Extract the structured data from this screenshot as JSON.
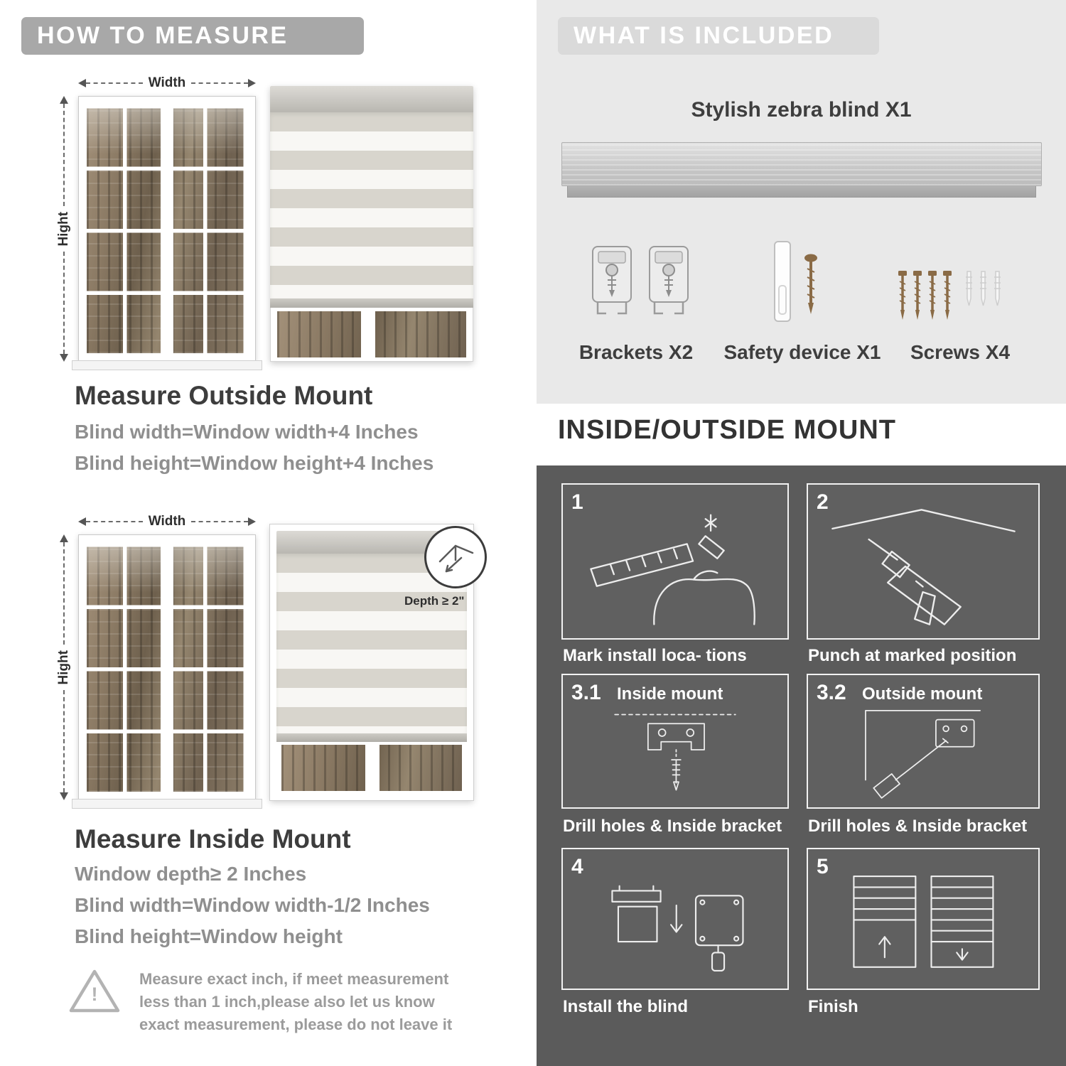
{
  "left": {
    "banner": "HOW TO MEASURE",
    "outside": {
      "width_label": "Width",
      "height_label": "Hight",
      "heading": "Measure Outside Mount",
      "line1": "Blind width=Window width+4 Inches",
      "line2": "Blind height=Window height+4 Inches"
    },
    "inside": {
      "width_label": "Width",
      "height_label": "Hight",
      "depth_label": "Depth ≥ 2\"",
      "heading": "Measure Inside Mount",
      "line1": "Window depth≥ 2 Inches",
      "line2": "Blind width=Window width-1/2 Inches",
      "line3": "Blind height=Window height"
    },
    "warning_mark": "!",
    "note": "Measure exact inch, if meet measurement less than 1 inch,please also let us know exact measurement, please do not leave it"
  },
  "right": {
    "banner": "WHAT IS INCLUDED",
    "included": {
      "blind_label": "Stylish zebra blind X1",
      "item1": "Brackets X2",
      "item2": "Safety device X1",
      "item3": "Screws X4"
    },
    "mount": {
      "title": "INSIDE/OUTSIDE MOUNT",
      "steps": [
        {
          "num": "1",
          "label": "",
          "caption": "Mark install loca- tions"
        },
        {
          "num": "2",
          "label": "",
          "caption": "Punch at  marked position"
        },
        {
          "num": "3.1",
          "label": "Inside mount",
          "caption": "Drill holes &  Inside bracket"
        },
        {
          "num": "3.2",
          "label": "Outside mount",
          "caption": "Drill holes &  Inside bracket"
        },
        {
          "num": "4",
          "label": "",
          "caption": "Install the blind"
        },
        {
          "num": "5",
          "label": "",
          "caption": "Finish"
        }
      ]
    }
  },
  "colors": {
    "banner_gray": "#a8a8a8",
    "panel_light": "#e9e9e9",
    "panel_dark": "#5b5b5b",
    "text_dark": "#3d3d3d",
    "text_gray": "#8f8f8f",
    "stripe_gray": "#d8d5cd",
    "screw_brown": "#8a6b46"
  }
}
